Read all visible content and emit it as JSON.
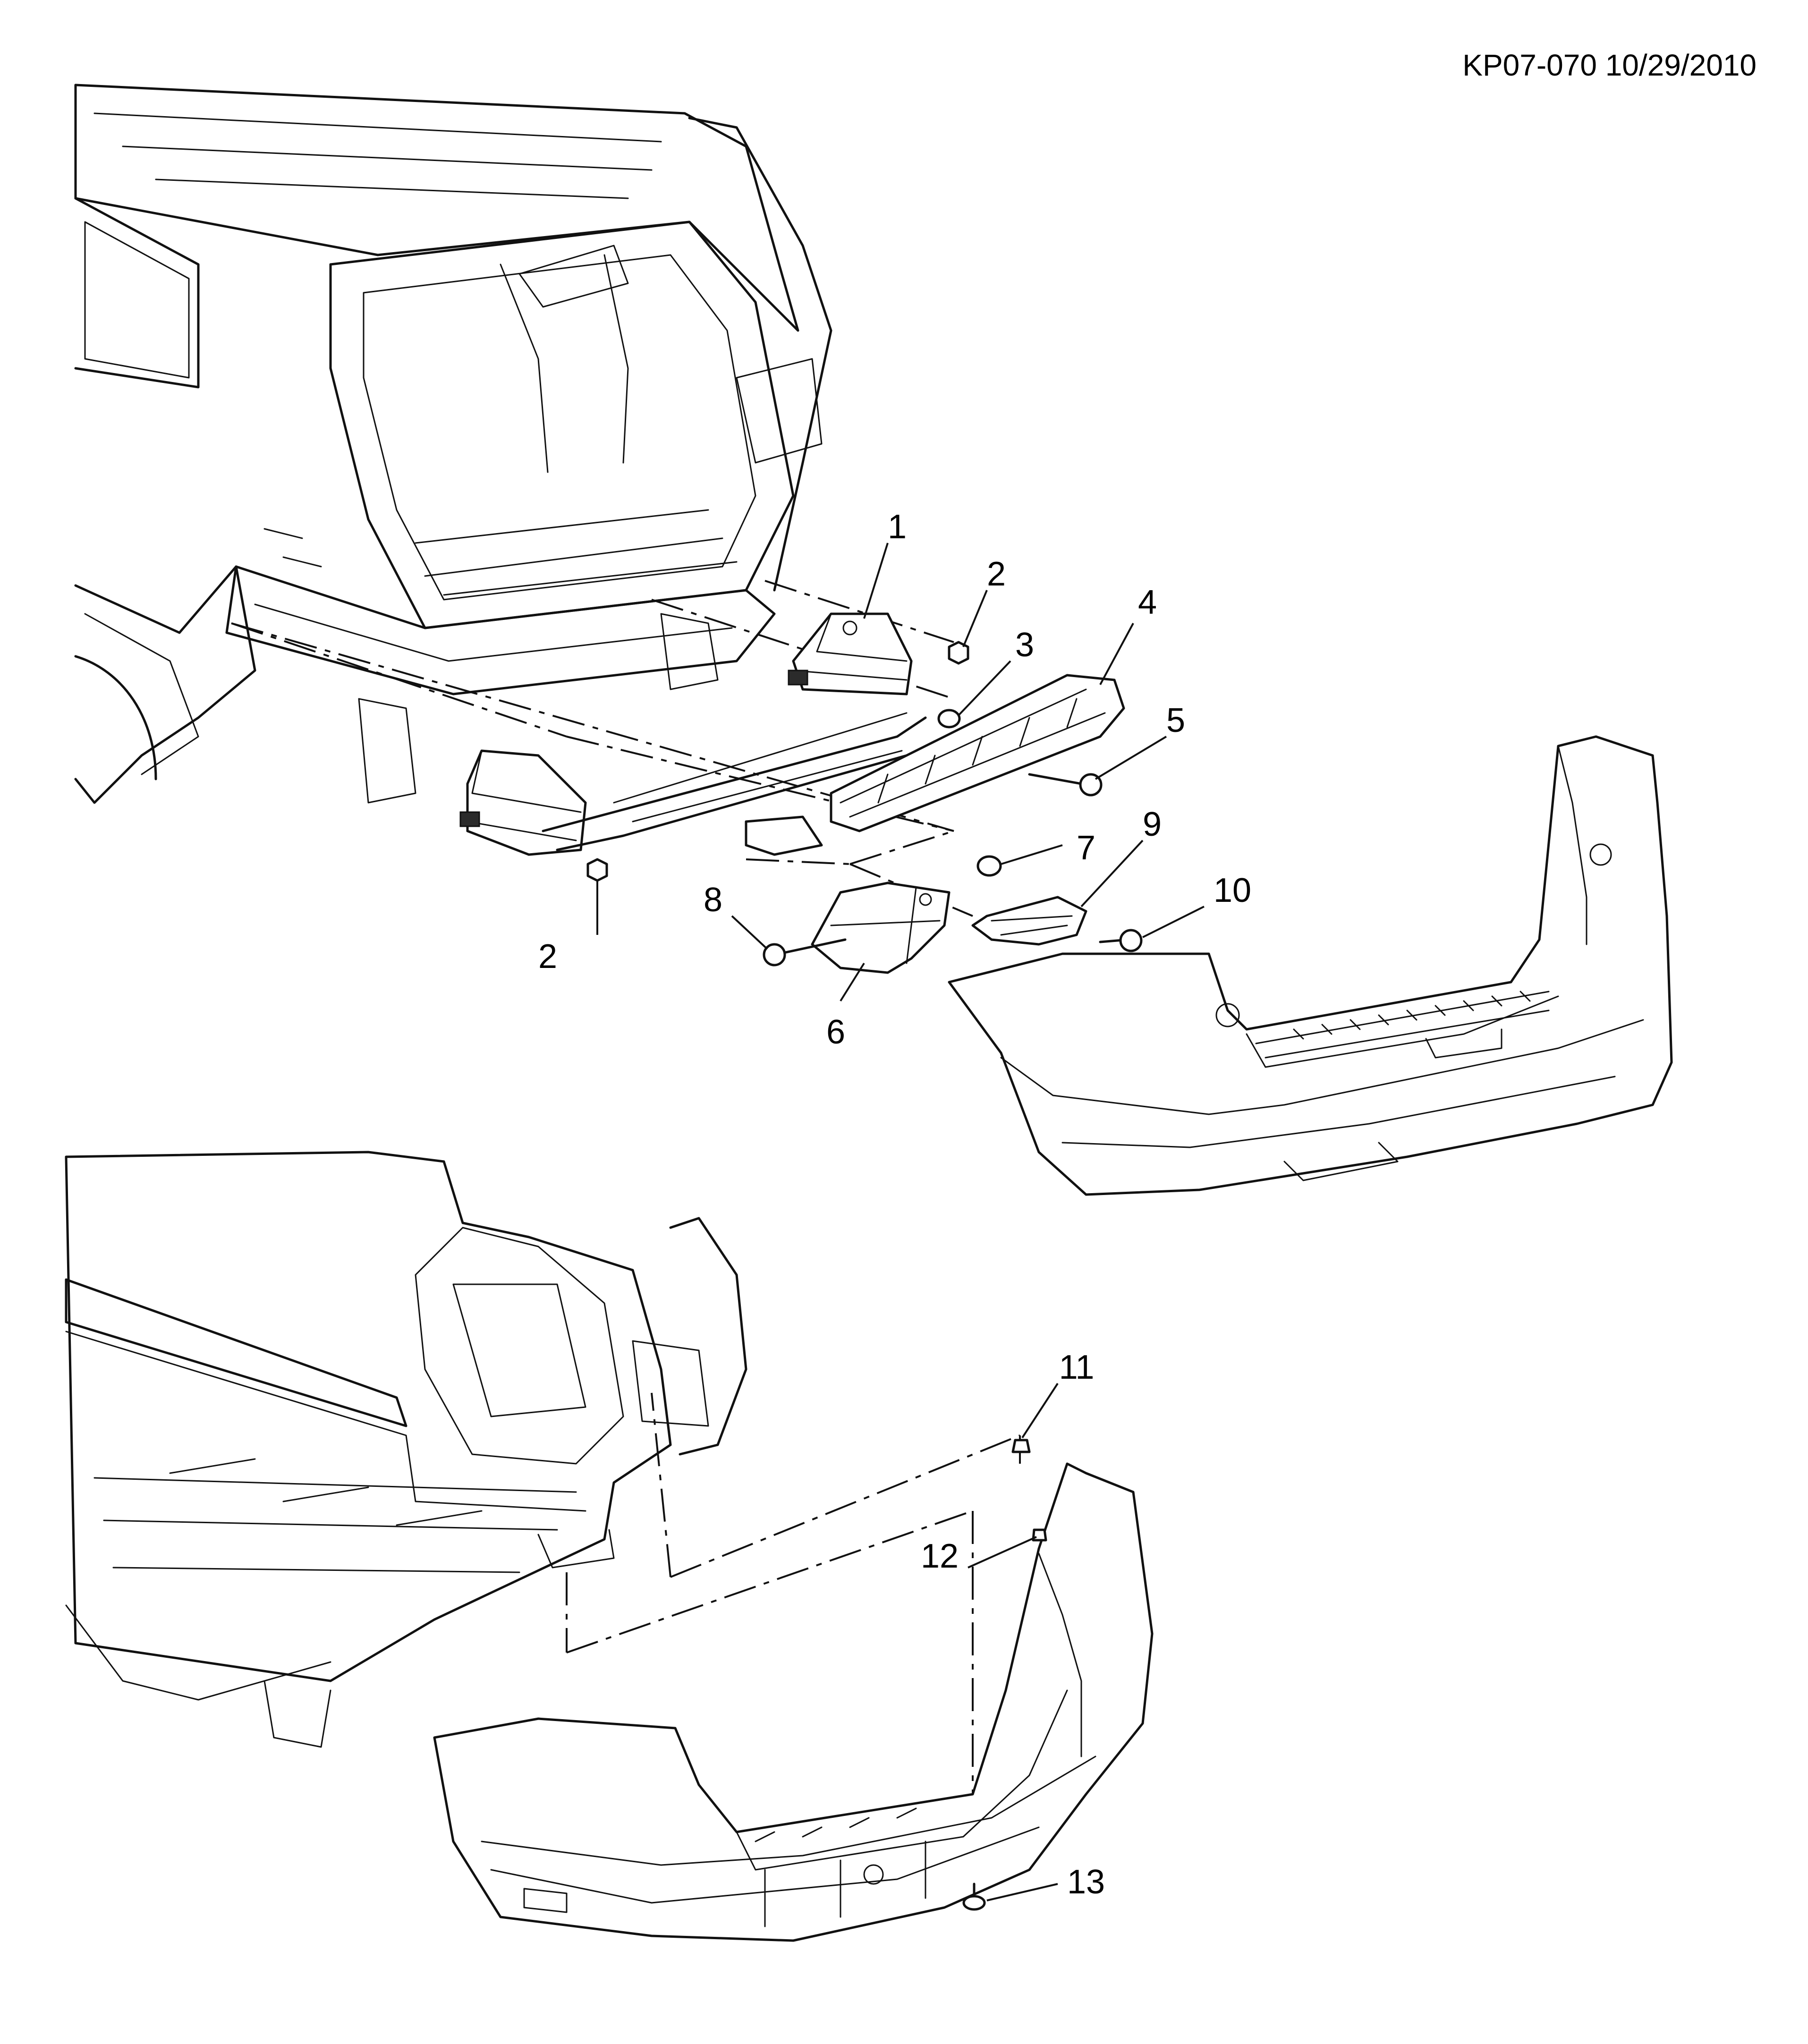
{
  "header": {
    "drawing_code": "KP07-070 10/29/2010"
  },
  "callouts": [
    "1",
    "2",
    "3",
    "4",
    "5",
    "2",
    "7",
    "8",
    "9",
    "10",
    "6",
    "11",
    "12",
    "13"
  ]
}
